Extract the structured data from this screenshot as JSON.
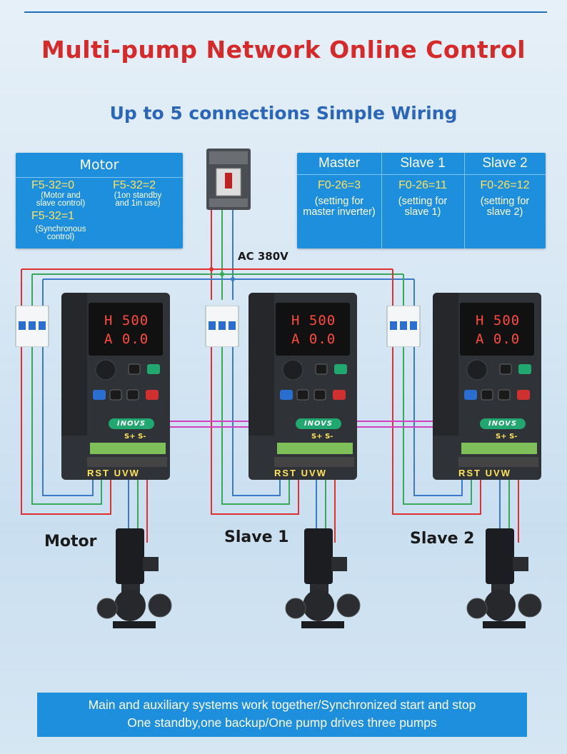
{
  "title": "Multi-pump Network Online Control",
  "subtitle": "Up to 5 connections Simple Wiring",
  "motor_panel": {
    "header": "Motor",
    "setting_a_code": "F5-32=0",
    "setting_a_note_1": "(Motor and",
    "setting_a_note_2": "slave control)",
    "setting_b_code": "F5-32=2",
    "setting_b_note_1": "(1on standby",
    "setting_b_note_2": "and 1in use)",
    "setting_c_code": "F5-32=1",
    "setting_c_note_1": "(Synchronous",
    "setting_c_note_2": "control)"
  },
  "role_panel": {
    "columns": [
      {
        "header": "Master",
        "code": "F0-26=3",
        "note_1": "(setting for",
        "note_2": "master inverter)"
      },
      {
        "header": "Slave 1",
        "code": "F0-26=11",
        "note_1": "(setting for",
        "note_2": "slave 1)"
      },
      {
        "header": "Slave 2",
        "code": "F0-26=12",
        "note_1": "(setting for",
        "note_2": "slave 2)"
      }
    ]
  },
  "supply_label": "AC 380V",
  "inverter": {
    "display_line_1": "H 500",
    "display_line_2": "A 0.0",
    "brand": "INOVS",
    "comm_terminals": "S+ S-",
    "power_terminals": "RST UVW"
  },
  "units": [
    {
      "label": "Motor"
    },
    {
      "label": "Slave 1"
    },
    {
      "label": "Slave 2"
    }
  ],
  "footer": {
    "line_1": "Main and auxiliary systems work together/Synchronized start and stop",
    "line_2": "One standby,one backup/One pump drives three pumps"
  },
  "colors": {
    "title": "#d62a2a",
    "subtitle": "#2b66b8",
    "panel": "#1e8fdc",
    "code_text": "#ffe35a",
    "wire_red": "#e03030",
    "wire_green": "#3aa85a",
    "wire_blue": "#3a7ac8",
    "comm_magenta": "#d040c0"
  }
}
